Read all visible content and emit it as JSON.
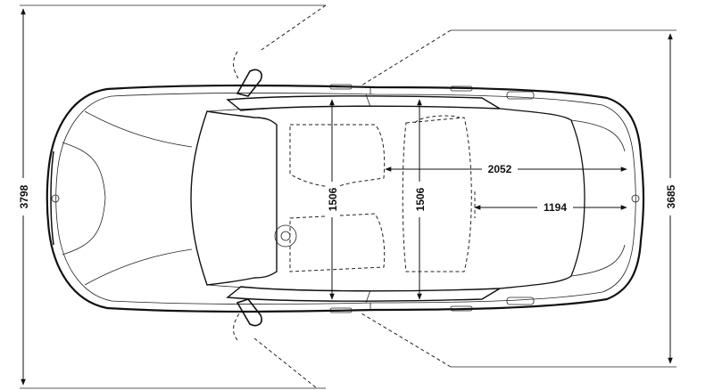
{
  "dimensions": {
    "overall_length": "3798",
    "wheelbase_length": "3685",
    "interior_length": "2052",
    "rear_length": "1194",
    "front_width": "1506",
    "rear_width": "1506"
  },
  "colors": {
    "line": "#111111",
    "background": "#ffffff"
  }
}
